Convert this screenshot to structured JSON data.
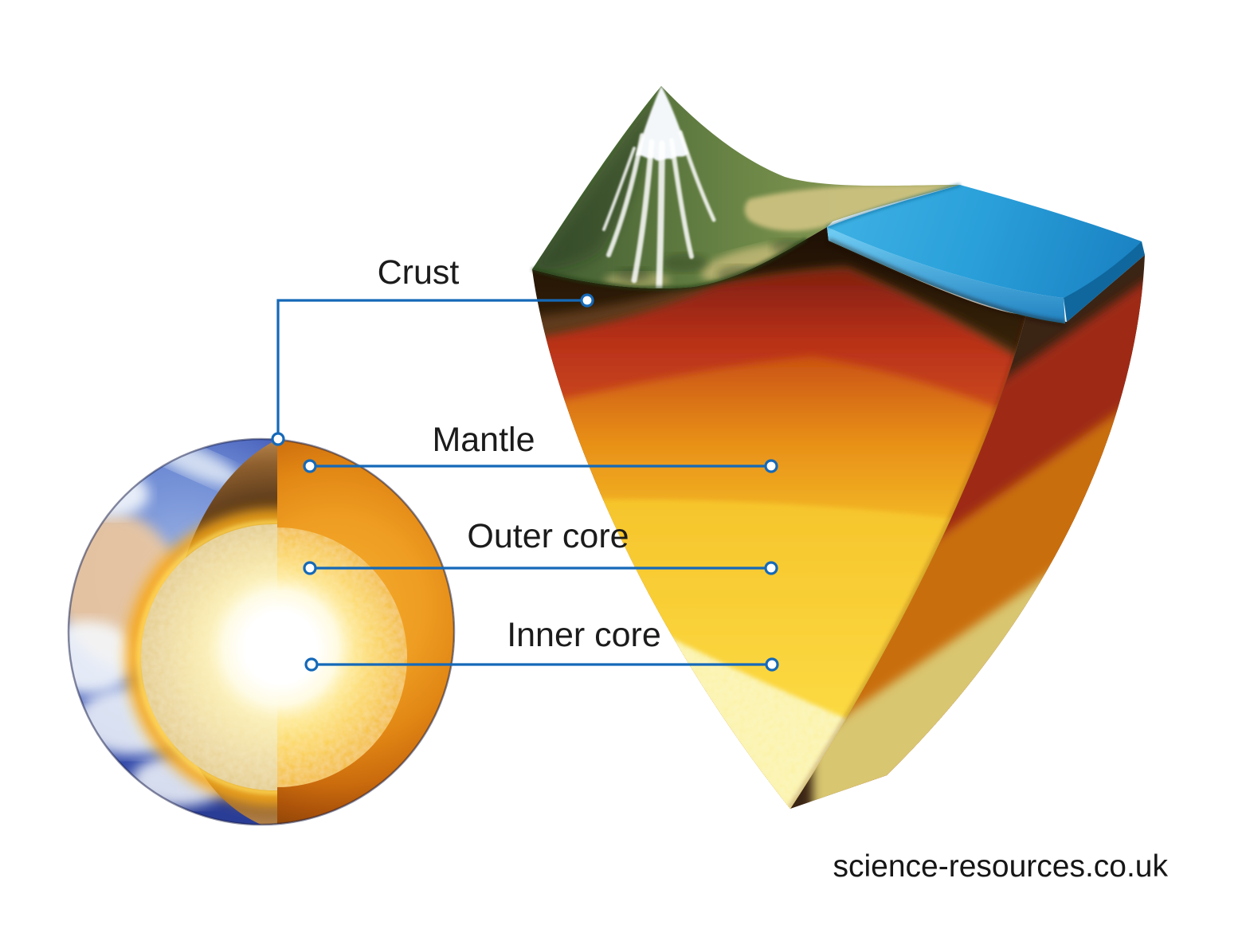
{
  "diagram": {
    "subject": "earth-layers-cross-section",
    "labels": [
      {
        "id": "crust",
        "text": "Crust"
      },
      {
        "id": "mantle",
        "text": "Mantle"
      },
      {
        "id": "outer-core",
        "text": "Outer core"
      },
      {
        "id": "inner-core",
        "text": "Inner core"
      }
    ],
    "watermark": "science-resources.co.uk",
    "colors": {
      "leader_line": "#1569B8",
      "marker_fill": "#FFFFFF",
      "label_text": "#1B1B1B",
      "background": "#FFFFFF",
      "mantle_orange": "#E78E17",
      "outer_core_yellow": "#FBD93C",
      "inner_core_pale": "#FAF2A4",
      "water_blue": "#2AA0DA"
    }
  }
}
